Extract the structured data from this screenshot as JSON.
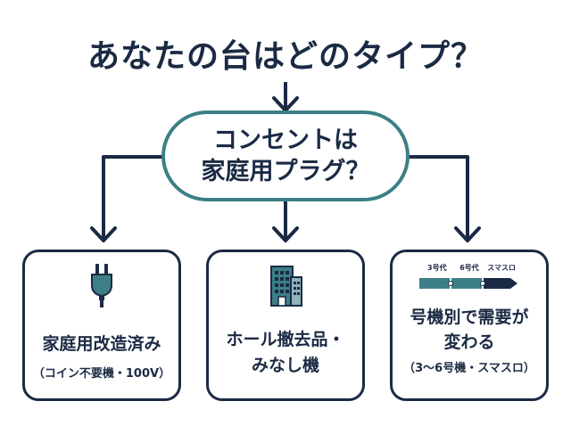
{
  "title": "あなたの台はどのタイプ？",
  "question": {
    "line1": "コンセントは",
    "line2": "家庭用プラグ？"
  },
  "cards": [
    {
      "label": "家庭用改造済み",
      "sub": "（コイン不要機・100V）",
      "icon": "plug-icon"
    },
    {
      "label_line1": "ホール撤去品・",
      "label_line2": "みなし機",
      "icon": "building-icon"
    },
    {
      "label_line1": "号機別で需要が",
      "label_line2": "変わる",
      "sub": "（3〜6号機・スマスロ）",
      "icon": "timeline-icon",
      "timeline": [
        "3号代",
        "6号代",
        "スマスロ"
      ]
    }
  ],
  "colors": {
    "navy": "#1b2a44",
    "teal": "#3c7f86",
    "teal_light": "#cfe3e6",
    "white": "#ffffff"
  }
}
